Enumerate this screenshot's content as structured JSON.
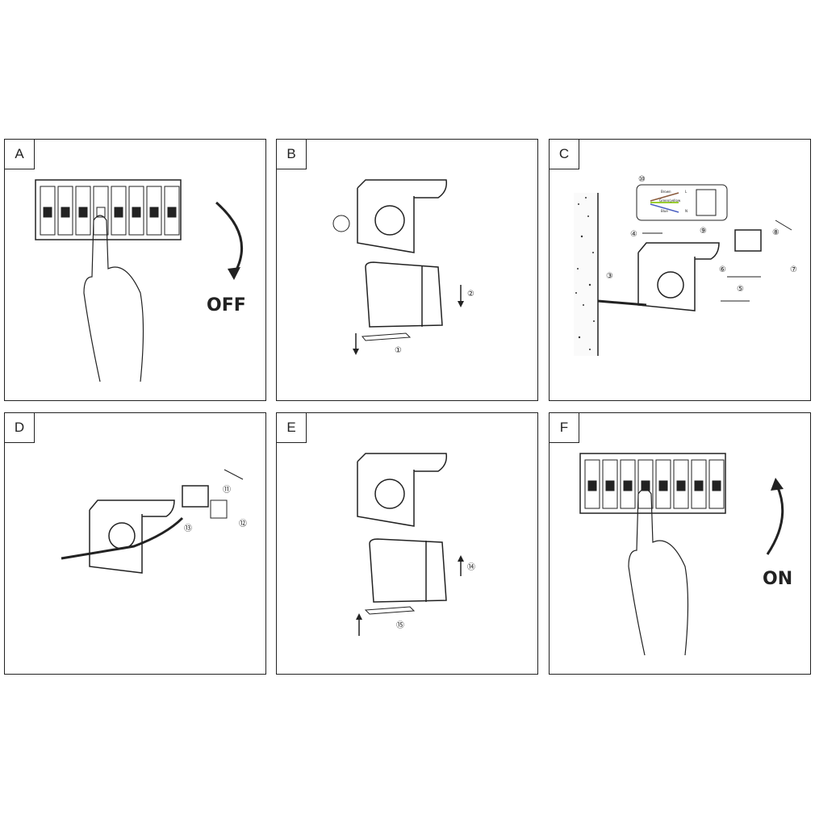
{
  "panels": {
    "A": {
      "letter": "A",
      "state_label": "OFF"
    },
    "B": {
      "letter": "B",
      "steps": [
        "①",
        "②"
      ]
    },
    "C": {
      "letter": "C",
      "steps": [
        "③",
        "④",
        "⑤",
        "⑥",
        "⑦",
        "⑧",
        "⑨",
        "⑩"
      ],
      "wiring": {
        "wires": [
          "Brown",
          "Green/yellow",
          "Blue"
        ],
        "terminals": [
          "L",
          "N"
        ]
      }
    },
    "D": {
      "letter": "D",
      "steps": [
        "⑪",
        "⑫",
        "⑬"
      ]
    },
    "E": {
      "letter": "E",
      "steps": [
        "⑭",
        "⑮"
      ]
    },
    "F": {
      "letter": "F",
      "state_label": "ON"
    }
  },
  "colors": {
    "line": "#222222",
    "brown": "#8b5a3c",
    "green_yellow": "#9acd32",
    "blue": "#4a5fc1"
  }
}
